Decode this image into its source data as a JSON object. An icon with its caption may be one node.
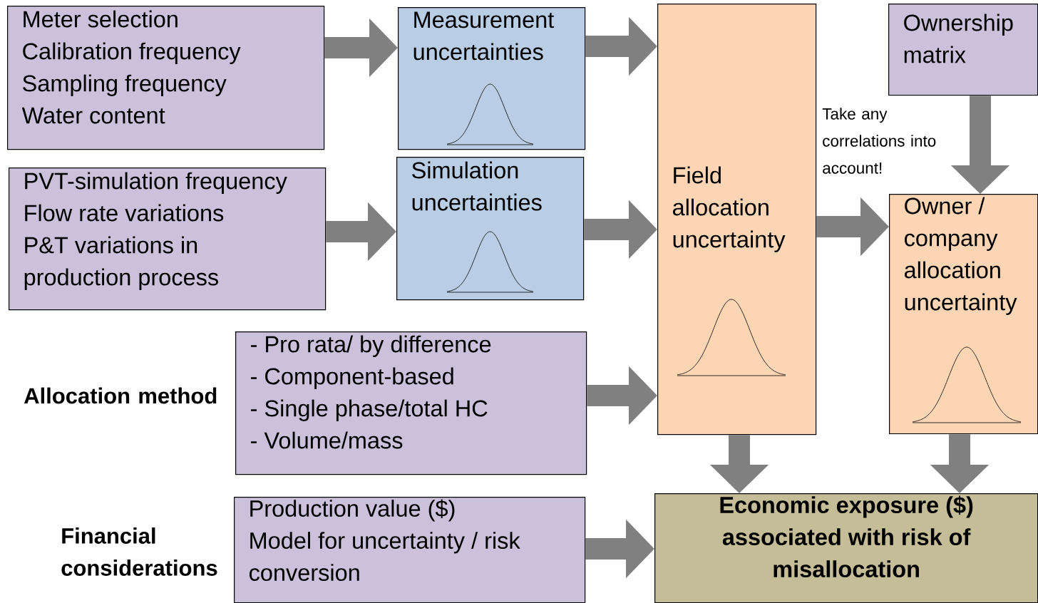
{
  "diagram": {
    "nodes": [
      {
        "text": [
          "Meter selection",
          "Calibration frequency",
          "Sampling frequency",
          "Water content"
        ]
      },
      {
        "text": [
          "Measurement uncertainties"
        ]
      },
      {
        "text": [
          "PVT-simulation frequency",
          "Flow rate variations",
          "P&T variations in production process"
        ]
      },
      {
        "text": [
          "Simulation uncertainties"
        ]
      },
      {
        "text": [
          "Field allocation uncertainty"
        ]
      },
      {
        "text": [
          "Ownership matrix"
        ]
      },
      {
        "text": [
          "Owner / company allocation uncertainty"
        ]
      },
      {
        "text": [
          "Allocation method",
          "- Pro rata/ by difference",
          "- Component-based",
          "- Single phase/total HC",
          "- Volume/mass"
        ]
      },
      {
        "text": [
          "Financial considerations",
          "Production value ($)",
          "Model for uncertainty / risk conversion"
        ]
      },
      {
        "text": [
          "Economic exposure ($) associated with risk of misallocation"
        ]
      }
    ],
    "edges": [
      {
        "from": 0,
        "to": 1,
        "arrow": "to"
      },
      {
        "from": 1,
        "to": 4,
        "arrow": "to"
      },
      {
        "from": 2,
        "to": 3,
        "arrow": "to"
      },
      {
        "from": 3,
        "to": 4,
        "arrow": "to"
      },
      {
        "from": 7,
        "to": 4,
        "arrow": "to"
      },
      {
        "from": 4,
        "to": 6,
        "arrow": "to",
        "label": "Take any correlations into account!"
      },
      {
        "from": 5,
        "to": 6,
        "arrow": "to"
      },
      {
        "from": 4,
        "to": 9,
        "arrow": "to"
      },
      {
        "from": 6,
        "to": 9,
        "arrow": "to"
      },
      {
        "from": 8,
        "to": 9,
        "arrow": "to"
      }
    ]
  }
}
